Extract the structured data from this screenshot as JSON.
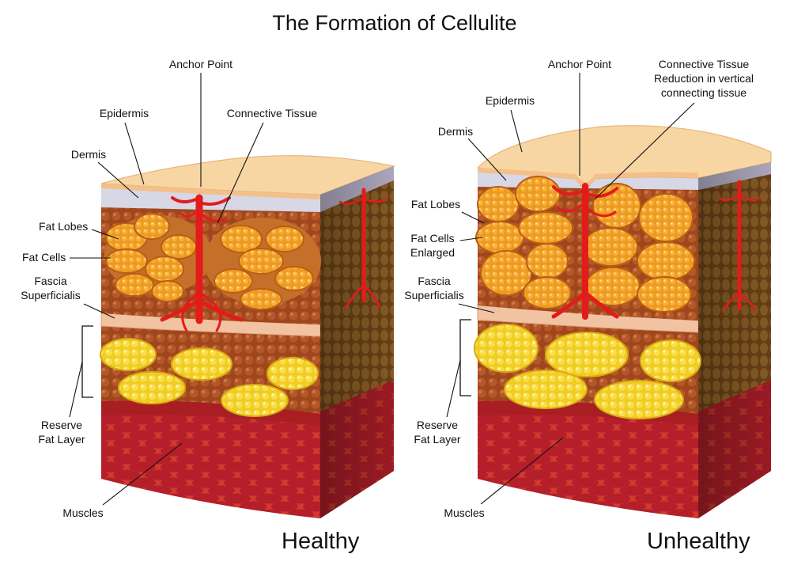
{
  "title": "The Formation of Cellulite",
  "colors": {
    "skin_top": "#f8d6a4",
    "epidermis": "#f3c08a",
    "dermis": "#d7d7e6",
    "fat_bg": "#a0461c",
    "fat_lobe": "#f2a12a",
    "reserve_fat": "#f5d63a",
    "connective": "#e31b1b",
    "muscle": "#b2202a",
    "fascia": "#f2c3a2"
  },
  "healthy": {
    "caption": "Healthy",
    "labels": {
      "anchor_point": "Anchor Point",
      "epidermis": "Epidermis",
      "connective_tissue": "Connective Tissue",
      "dermis": "Dermis",
      "fat_lobes": "Fat Lobes",
      "fat_cells": "Fat Cells",
      "fascia_1": "Fascia",
      "fascia_2": "Superficialis",
      "reserve_1": "Reserve",
      "reserve_2": "Fat Layer",
      "muscles": "Muscles"
    }
  },
  "unhealthy": {
    "caption": "Unhealthy",
    "labels": {
      "anchor_point": "Anchor Point",
      "connective_1": "Connective Tissue",
      "connective_2": "Reduction in vertical",
      "connective_3": "connecting tissue",
      "epidermis": "Epidermis",
      "dermis": "Dermis",
      "fat_lobes": "Fat Lobes",
      "fat_cells_1": "Fat Cells",
      "fat_cells_2": "Enlarged",
      "fascia_1": "Fascia",
      "fascia_2": "Superficialis",
      "reserve_1": "Reserve",
      "reserve_2": "Fat Layer",
      "muscles": "Muscles"
    }
  }
}
